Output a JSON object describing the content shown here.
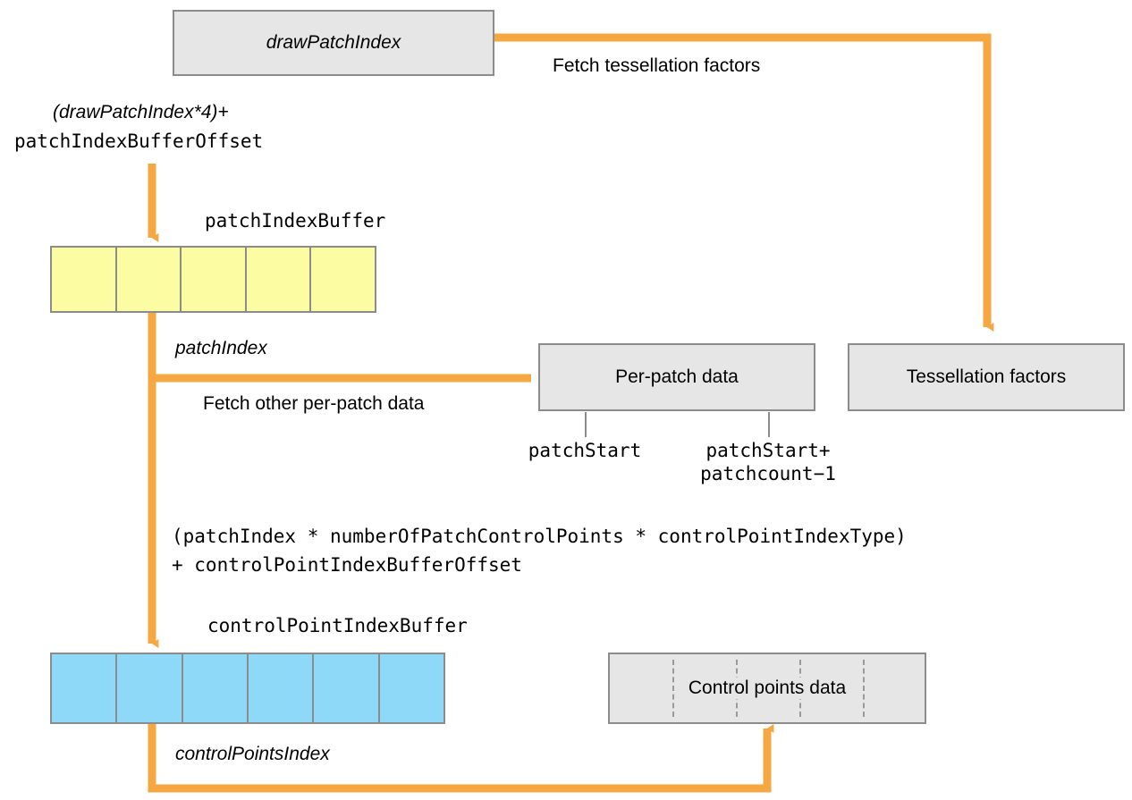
{
  "diagram": {
    "title": "Tessellation patch index and control point index buffer flow",
    "colors": {
      "arrow": "#f5a742",
      "box_fill": "#e6e6e6",
      "box_stroke": "#8c8c8c",
      "patch_index_buffer_cell": "#fcfca2",
      "control_point_index_buffer_cell": "#8ed8f8",
      "text": "#000000",
      "background": "#ffffff"
    }
  },
  "nodes": {
    "draw_patch_index": {
      "label": "drawPatchIndex",
      "style": "italic"
    },
    "per_patch_data": {
      "label": "Per-patch data",
      "style": "regular"
    },
    "tessellation_factors": {
      "label": "Tessellation factors",
      "style": "regular"
    },
    "control_points_data": {
      "label": "Control points data",
      "style": "regular",
      "dashed_divider_count": 4
    }
  },
  "buffers": {
    "patch_index_buffer": {
      "title": "patchIndexBuffer",
      "cell_count": 5,
      "fill": "#fcfca2"
    },
    "control_point_index_buffer": {
      "title": "controlPointIndexBuffer",
      "cell_count": 6,
      "fill": "#8ed8f8"
    }
  },
  "expressions": {
    "patch_index_offset_line1": "(drawPatchIndex*4)+",
    "patch_index_offset_line2": "patchIndexBufferOffset",
    "control_point_offset_line1": "(patchIndex * numberOfPatchControlPoints * controlPointIndexType)",
    "control_point_offset_line2": "+ controlPointIndexBufferOffset"
  },
  "edge_labels": {
    "fetch_tessellation_factors": "Fetch tessellation factors",
    "patch_index": "patchIndex",
    "fetch_other_per_patch_data": "Fetch other per-patch data",
    "control_points_index": "controlPointsIndex"
  },
  "range_labels": {
    "patch_start": "patchStart",
    "patch_end_line1": "patchStart+",
    "patch_end_line2": "patchcount−1"
  }
}
